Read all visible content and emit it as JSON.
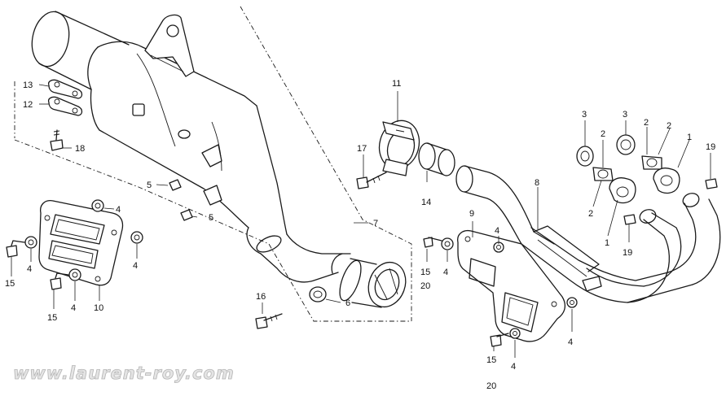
{
  "watermark": "www.laurent-roy.com",
  "callouts": [
    {
      "id": "c-13",
      "text": "13"
    },
    {
      "id": "c-12",
      "text": "12"
    },
    {
      "id": "c-18",
      "text": "18"
    },
    {
      "id": "c-5a",
      "text": "5"
    },
    {
      "id": "c-5b",
      "text": "5"
    },
    {
      "id": "c-4a",
      "text": "4"
    },
    {
      "id": "c-4b",
      "text": "4"
    },
    {
      "id": "c-4c",
      "text": "4"
    },
    {
      "id": "c-4d",
      "text": "4"
    },
    {
      "id": "c-15a",
      "text": "15"
    },
    {
      "id": "c-15b",
      "text": "15"
    },
    {
      "id": "c-10",
      "text": "10"
    },
    {
      "id": "c-16",
      "text": "16"
    },
    {
      "id": "c-6",
      "text": "6"
    },
    {
      "id": "c-7",
      "text": "7"
    },
    {
      "id": "c-11",
      "text": "11"
    },
    {
      "id": "c-17",
      "text": "17"
    },
    {
      "id": "c-14",
      "text": "14"
    },
    {
      "id": "c-15c",
      "text": "15"
    },
    {
      "id": "c-20a",
      "text": "20"
    },
    {
      "id": "c-4e",
      "text": "4"
    },
    {
      "id": "c-9",
      "text": "9"
    },
    {
      "id": "c-4f",
      "text": "4"
    },
    {
      "id": "c-8",
      "text": "8"
    },
    {
      "id": "c-4g",
      "text": "4"
    },
    {
      "id": "c-15d",
      "text": "15"
    },
    {
      "id": "c-20b",
      "text": "20"
    },
    {
      "id": "c-4h",
      "text": "4"
    },
    {
      "id": "c-3a",
      "text": "3"
    },
    {
      "id": "c-3b",
      "text": "3"
    },
    {
      "id": "c-2a",
      "text": "2"
    },
    {
      "id": "c-2b",
      "text": "2"
    },
    {
      "id": "c-2c",
      "text": "2"
    },
    {
      "id": "c-1a",
      "text": "1"
    },
    {
      "id": "c-2d",
      "text": "2"
    },
    {
      "id": "c-1b",
      "text": "1"
    },
    {
      "id": "c-19a",
      "text": "19"
    },
    {
      "id": "c-19b",
      "text": "19"
    }
  ]
}
